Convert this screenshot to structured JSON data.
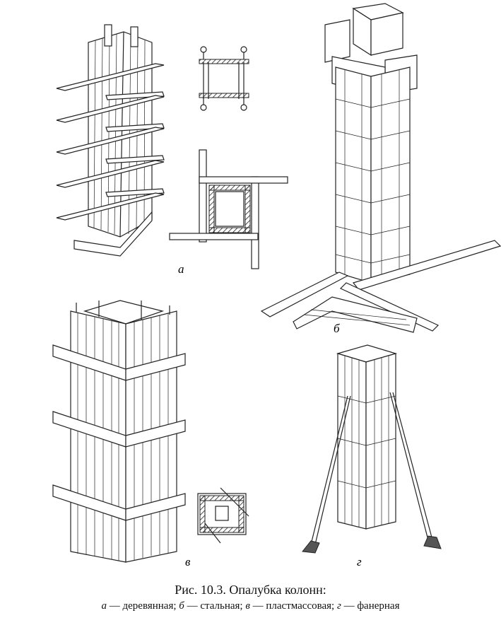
{
  "panels": {
    "a": "а",
    "b": "б",
    "v": "в",
    "g": "г"
  },
  "caption": {
    "title": "Рис. 10.3. Опалубка колонн:",
    "items": [
      {
        "letter": "а",
        "text": " — деревянная; "
      },
      {
        "letter": "б",
        "text": " — стальная; "
      },
      {
        "letter": "в",
        "text": " — пластмассовая; "
      },
      {
        "letter": "г",
        "text": " — фанерная"
      }
    ]
  }
}
